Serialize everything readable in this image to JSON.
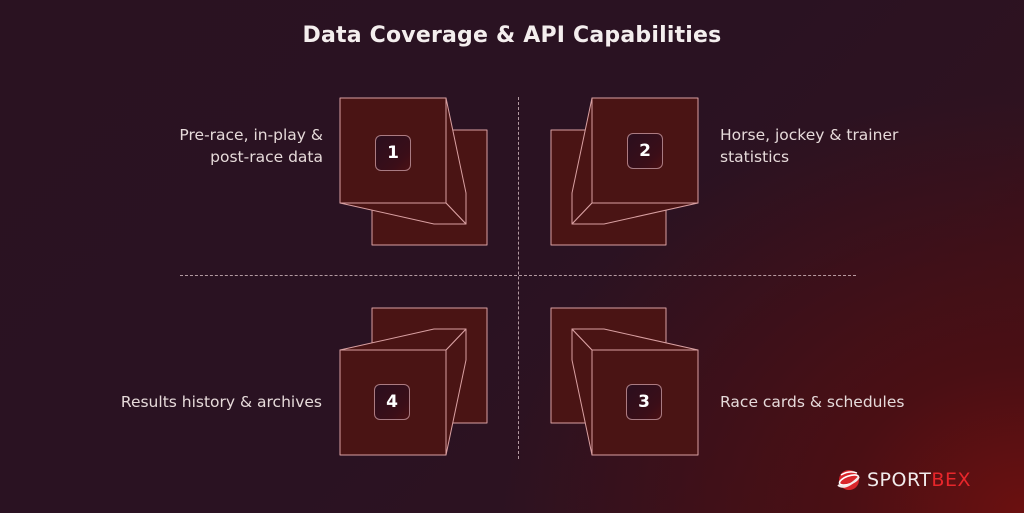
{
  "title": "Data Coverage & API Capabilities",
  "colors": {
    "background_dark": "#2a1222",
    "background_accent": "#6b1010",
    "cube_fill": "#4a1414",
    "cube_stroke": "#d9a0a2",
    "brand_red": "#e8262b"
  },
  "items": [
    {
      "number": "1",
      "label_line1": "Pre-race, in-play &",
      "label_line2": "post-race data",
      "position": "top-left"
    },
    {
      "number": "2",
      "label_line1": "Horse, jockey & trainer",
      "label_line2": "statistics",
      "position": "top-right"
    },
    {
      "number": "3",
      "label_line1": "Race cards & schedules",
      "label_line2": "",
      "position": "bottom-right"
    },
    {
      "number": "4",
      "label_line1": "Results history & archives",
      "label_line2": "",
      "position": "bottom-left"
    }
  ],
  "logo": {
    "icon": "globe-swoosh-icon",
    "word_part1": "SPORT",
    "word_part2": "BEX"
  }
}
